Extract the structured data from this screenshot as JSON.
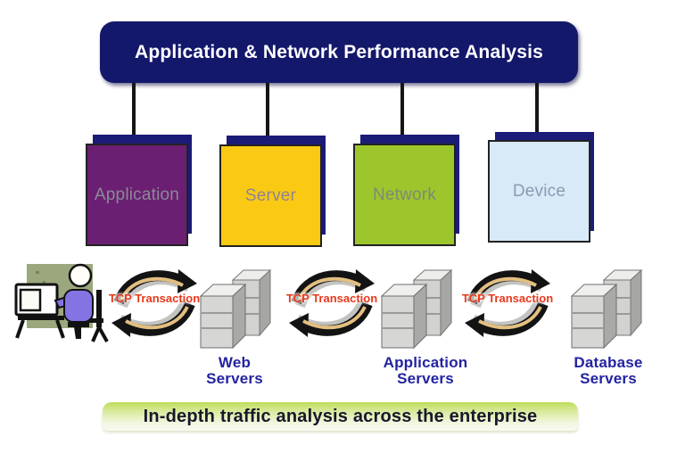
{
  "title_banner": {
    "label": "Application & Network Performance Analysis"
  },
  "colors": {
    "banner_bg": "#14186B",
    "shadow_navy": "#1B1B78",
    "tcp_red": "#E8381C",
    "server_label_navy": "#2323A0",
    "footer_text": "#17172B"
  },
  "layers": [
    {
      "label": "Application",
      "color": "#6B1F72",
      "text_color": "#8A8A96"
    },
    {
      "label": "Server",
      "color": "#F9C913",
      "text_color": "#8E8396"
    },
    {
      "label": "Network",
      "color": "#9DC62D",
      "text_color": "#7E8A74"
    },
    {
      "label": "Device",
      "color": "#D8EAF8",
      "text_color": "#8C9AB2"
    }
  ],
  "flow": {
    "client": {
      "icon": "user-at-computer-icon"
    },
    "links": [
      {
        "label": "TCP Transaction",
        "icon": "tcp-cycle-arrows-icon"
      },
      {
        "label": "TCP Transaction",
        "icon": "tcp-cycle-arrows-icon"
      },
      {
        "label": "TCP Transaction",
        "icon": "tcp-cycle-arrows-icon"
      }
    ],
    "server_groups": [
      {
        "icon": "server-towers-icon",
        "lines": [
          "Web",
          "Servers"
        ]
      },
      {
        "icon": "server-towers-icon",
        "lines": [
          "Application",
          "Servers"
        ]
      },
      {
        "icon": "server-towers-icon",
        "lines": [
          "Database",
          "Servers"
        ]
      }
    ]
  },
  "footer_banner": {
    "label": "In-depth traffic analysis across the enterprise"
  }
}
